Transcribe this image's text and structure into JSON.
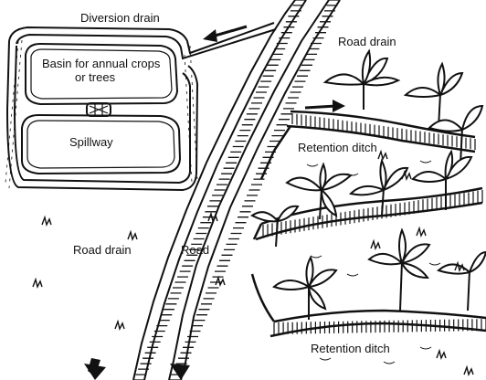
{
  "labels": {
    "diversion_drain": "Diversion drain",
    "basin_line1": "Basin for annual crops",
    "basin_line2": "or trees",
    "spillway": "Spillway",
    "road_drain_top": "Road drain",
    "road_drain_left": "Road drain",
    "road": "Road",
    "retention_ditch_upper": "Retention ditch",
    "retention_ditch_lower": "Retention ditch"
  },
  "colors": {
    "ink": "#111111",
    "paper": "#ffffff"
  }
}
